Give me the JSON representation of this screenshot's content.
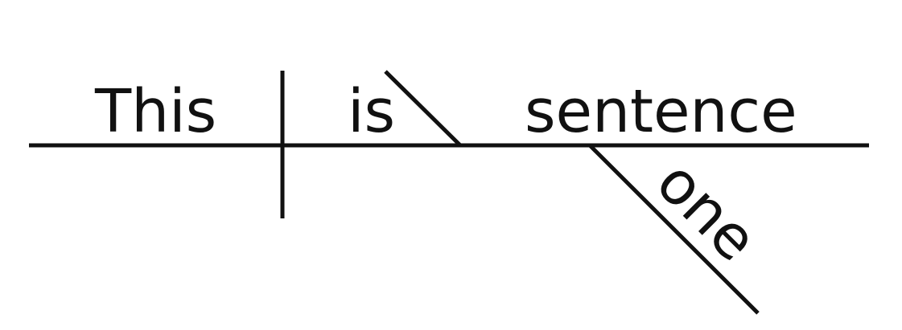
{
  "diagram": {
    "type": "sentence-diagram",
    "words": {
      "subject": "This",
      "verb": "is",
      "predicate_nominative": "sentence",
      "modifier": "one"
    },
    "colors": {
      "ink": "#111111",
      "background": "#ffffff"
    }
  }
}
